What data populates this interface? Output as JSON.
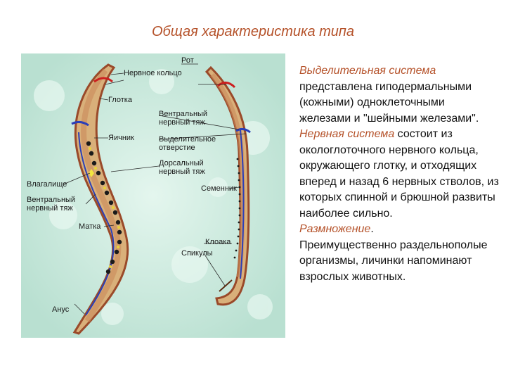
{
  "title": "Общая характеристика типа",
  "figure": {
    "labels": {
      "mouth": "Рот",
      "nerve_ring": "Нервное кольцо",
      "pharynx": "Глотка",
      "ventral_cord_right": "Вентральный\nнервный тяж",
      "ovary": "Яичник",
      "excretory_pore": "Выделительное\nотверстие",
      "dorsal_cord": "Дорсальный\nнервный тяж",
      "vagina": "Влагалище",
      "testis": "Семенник",
      "ventral_cord_left": "Вентральный\nнервный тяж",
      "uterus": "Матка",
      "cloaca": "Клоака",
      "spicules": "Спикулы",
      "anus": "Анус"
    },
    "colors": {
      "background": "#c8e8dc",
      "body_outline": "#9a4a2a",
      "body_fill": "#d9b07a",
      "nerve_ring": "#cc1f1f",
      "nerve_cord": "#2b3fb8"
    }
  },
  "text": {
    "p1_head": "Выделительная система",
    "p1_body": " представлена гиподермальными (кожными) одноклеточными железами и \"шейными железами\".",
    "p2_head": "Нервная система",
    "p2_body": " состоит из окологлоточного нервного кольца, окружающего глотку, и отходящих вперед и назад 6 нервных стволов, из которых спинной и брюшной развиты наиболее сильно.",
    "p3_head": "Размножение",
    "p3_dot": ".",
    "p3_body": " Преимущественно раздельнополые организмы, личинки напоминают взрослых животных."
  }
}
